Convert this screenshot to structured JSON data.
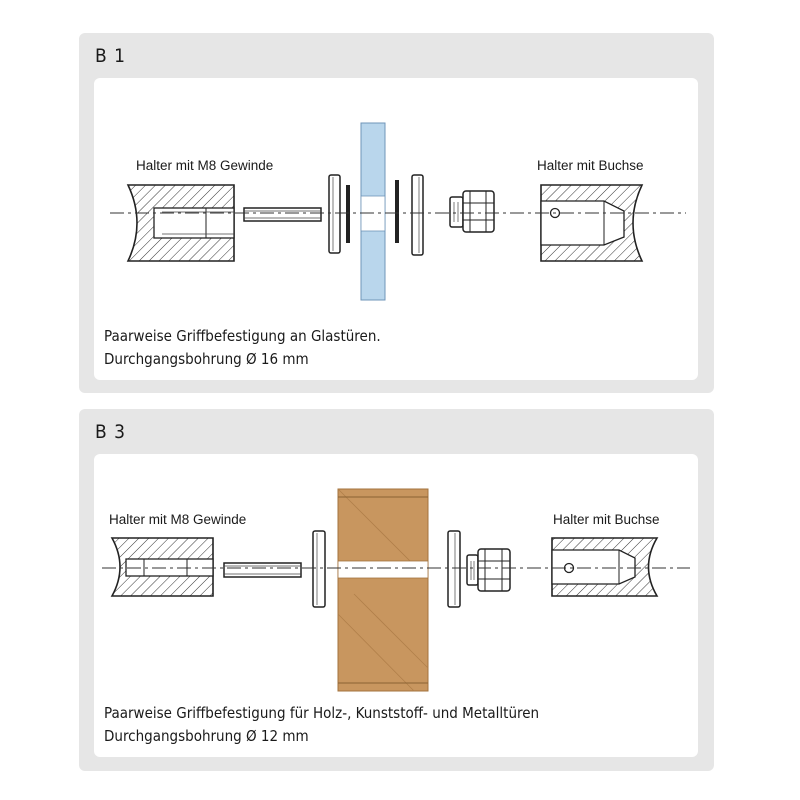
{
  "panels": [
    {
      "id": "b1",
      "label": "B 1",
      "left_label": "Halter mit M8 Gewinde",
      "right_label": "Halter mit Buchse",
      "caption_line1": "Paarweise Griffbefestigung an Glastüren.",
      "caption_line2": "Durchgangsbohrung Ø 16 mm",
      "door_material": "glass",
      "door_color": "#b9d6ec"
    },
    {
      "id": "b3",
      "label": "B 3",
      "left_label": "Halter mit M8 Gewinde",
      "right_label": "Halter mit Buchse",
      "caption_line1": "Paarweise Griffbefestigung für Holz-, Kunststoff- und Metalltüren",
      "caption_line2": "Durchgangsbohrung Ø 12 mm",
      "door_material": "wood",
      "door_color": "#c8965f"
    }
  ]
}
